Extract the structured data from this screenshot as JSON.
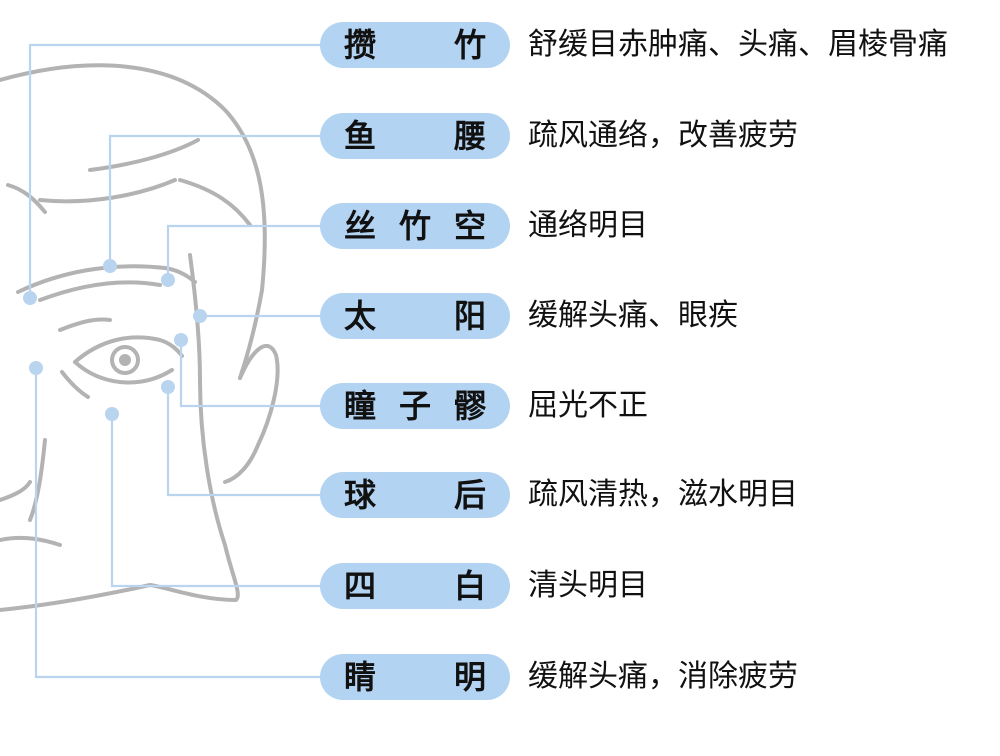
{
  "colors": {
    "pill": "#b3d3f2",
    "leader": "#b9d4ef",
    "outline": "#b3b3b3",
    "text": "#111111"
  },
  "icons": {
    "face": "face-outline-drawing"
  },
  "points": [
    {
      "id": "cuanzhu",
      "chars": [
        "攒",
        "竹"
      ],
      "effect": "舒缓目赤肿痛、头痛、眉棱骨痛"
    },
    {
      "id": "yuyao",
      "chars": [
        "鱼",
        "腰"
      ],
      "effect": "疏风通络，改善疲劳"
    },
    {
      "id": "sizhukong",
      "chars": [
        "丝",
        "竹",
        "空"
      ],
      "effect": "通络明目"
    },
    {
      "id": "taiyang",
      "chars": [
        "太",
        "阳"
      ],
      "effect": "缓解头痛、眼疾"
    },
    {
      "id": "tongziliao",
      "chars": [
        "瞳",
        "子",
        "髎"
      ],
      "effect": "屈光不正"
    },
    {
      "id": "qiuhou",
      "chars": [
        "球",
        "后"
      ],
      "effect": "疏风清热，滋水明目"
    },
    {
      "id": "sibai",
      "chars": [
        "四",
        "白"
      ],
      "effect": "清头明目"
    },
    {
      "id": "jingming",
      "chars": [
        "睛",
        "明"
      ],
      "effect": "缓解头痛，消除疲劳"
    }
  ]
}
